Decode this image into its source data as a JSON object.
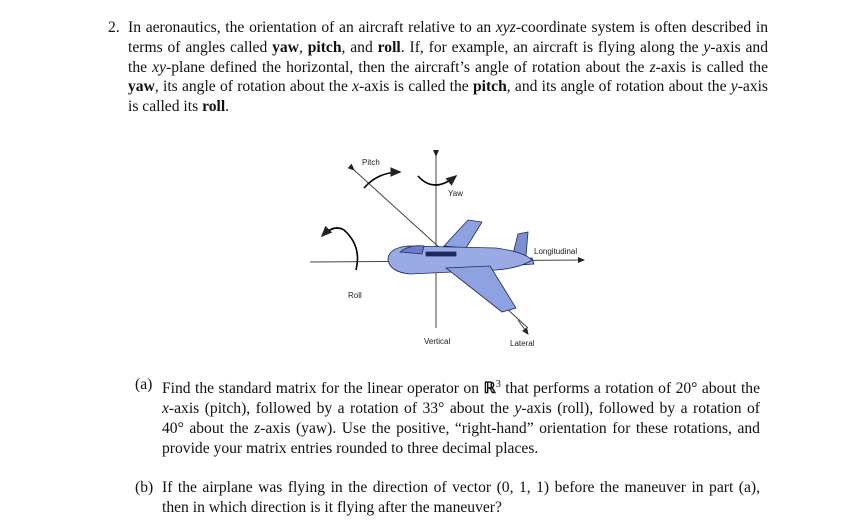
{
  "problem": {
    "number": "2.",
    "intro_1": "In aeronautics, the orientation of an aircraft relative to an ",
    "var_xyz": "xyz",
    "intro_2": "-coordinate system is often described in terms of angles called ",
    "yaw": "yaw",
    "comma_1": ", ",
    "pitch": "pitch",
    "comma_and": ", and ",
    "roll": "roll",
    "sent_1_end": ". If, for example, an aircraft is flying along the ",
    "var_y": "y",
    "axis_and_the": "-axis and the ",
    "var_xy": "xy",
    "plane_defined": "-plane defined the horizontal, then the aircraft’s angle of rotation about the ",
    "var_z": "z",
    "axis_called": "-axis is called the ",
    "yaw_b": "yaw",
    "its_angle_x": ", its angle of rotation about the ",
    "var_x": "x",
    "axis_called_2": "-axis is called the ",
    "pitch_b": "pitch",
    "and_its_angle": ", and its angle of rotation about the ",
    "var_y2": "y",
    "axis_called_3": "-axis is called its ",
    "roll_b": "roll",
    "end_period": "."
  },
  "figure": {
    "labels": {
      "pitch": "Pitch",
      "yaw": "Yaw",
      "longitudinal": "Longitudinal",
      "roll": "Roll",
      "vertical": "Vertical",
      "lateral": "Lateral"
    },
    "colors": {
      "plane_fill": "#8ea1e0",
      "plane_stroke": "#1c2a5c",
      "axis": "#444444",
      "arrow": "#000000"
    }
  },
  "part_a": {
    "label": "(a)",
    "text_1": "Find the standard matrix for the linear operator on ",
    "R": "ℝ",
    "sup": "3",
    "text_2": " that performs a rotation of 20° about the ",
    "var_x": "x",
    "text_3": "-axis (pitch), followed by a rotation of 33° about the ",
    "var_y": "y",
    "text_4": "-axis (roll), followed by a rotation of 40° about the ",
    "var_z": "z",
    "text_5": "-axis (yaw). Use the positive, “right-hand” orientation for these rotations, and provide your matrix entries rounded to three decimal places."
  },
  "part_b": {
    "label": "(b)",
    "text_1": "If the airplane was flying in the direction of vector ",
    "vector": "(0, 1, 1)",
    "text_2": " before the maneuver in part (a), then in which direction is it flying after the maneuver?"
  }
}
